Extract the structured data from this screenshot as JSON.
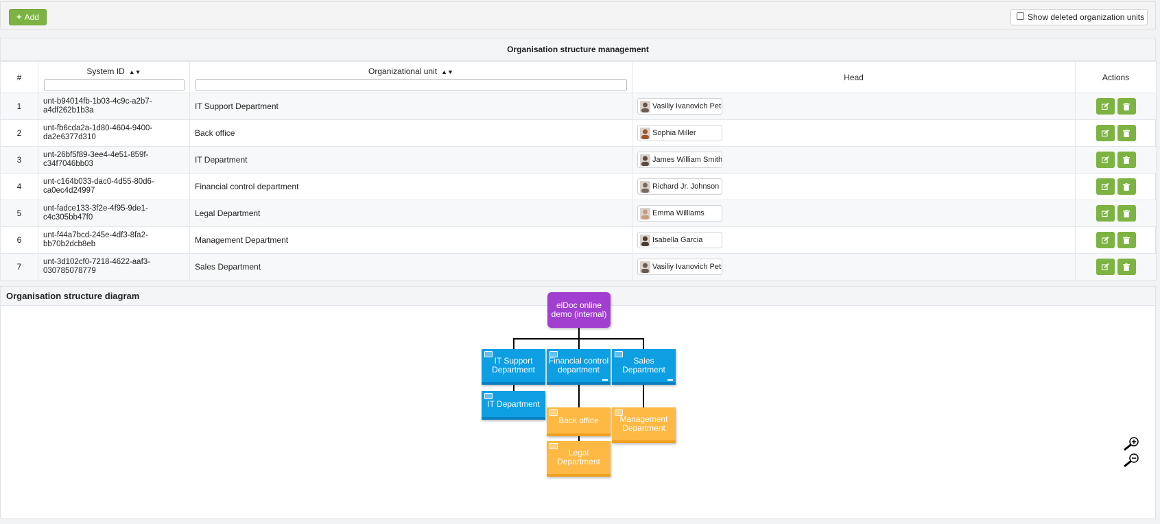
{
  "toolbar": {
    "add_label": "Add",
    "show_deleted_label": "Show deleted organization units"
  },
  "table": {
    "title": "Organisation structure management",
    "columns": {
      "num": "#",
      "system_id": "System ID",
      "org_unit": "Organizational unit",
      "head": "Head",
      "actions": "Actions"
    },
    "rows": [
      {
        "num": "1",
        "id1": "unt-b94014fb-1b03-4c9c-a2b7-",
        "id2": "a4df262b1b3a",
        "unit": "IT Support Department",
        "head": "Vasiliy Ivanovich Petrov"
      },
      {
        "num": "2",
        "id1": "unt-fb6cda2a-1d80-4604-9400-",
        "id2": "da2e6377d310",
        "unit": "Back office",
        "head": "Sophia Miller"
      },
      {
        "num": "3",
        "id1": "unt-26bf5f89-3ee4-4e51-859f-",
        "id2": "c34f7046bb03",
        "unit": "IT Department",
        "head": "James William Smith"
      },
      {
        "num": "4",
        "id1": "unt-c164b033-dac0-4d55-80d6-",
        "id2": "ca0ec4d24997",
        "unit": "Financial control department",
        "head": "Richard Jr. Johnson"
      },
      {
        "num": "5",
        "id1": "unt-fadce133-3f2e-4f95-9de1-",
        "id2": "c4c305bb47f0",
        "unit": "Legal Department",
        "head": "Emma Williams"
      },
      {
        "num": "6",
        "id1": "unt-f44a7bcd-245e-4df3-8fa2-",
        "id2": "bb70b2dcb8eb",
        "unit": "Management Department",
        "head": "Isabella Garcia"
      },
      {
        "num": "7",
        "id1": "unt-3d102cf0-7218-4622-aaf3-",
        "id2": "030785078779",
        "unit": "Sales Department",
        "head": "Vasiliy Ivanovich Petrov"
      }
    ]
  },
  "diagram": {
    "title": "Organisation structure diagram",
    "root": "elDoc online demo (internal)",
    "nodes": {
      "it_support": "IT Support Department",
      "financial": "Financial control department",
      "sales": "Sales Department",
      "it": "IT Department",
      "back_office": "Back office",
      "management": "Management Department",
      "legal": "Legal Department"
    }
  },
  "colors": {
    "accent_green": "#7cb342",
    "root_purple": "#a13fd0",
    "node_blue": "#0e9fe3",
    "node_orange": "#fdb944"
  }
}
